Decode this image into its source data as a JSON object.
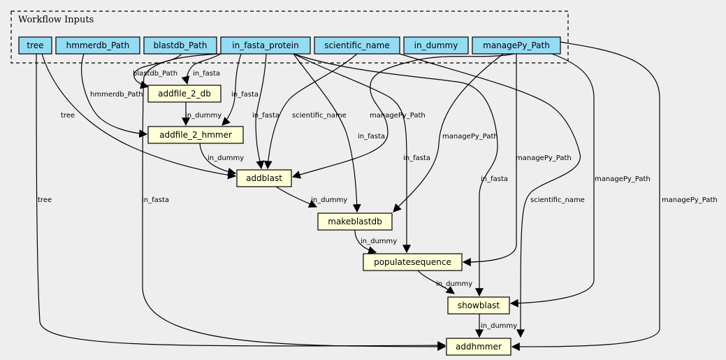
{
  "cluster": {
    "label": "Workflow Inputs"
  },
  "colors": {
    "input_fill": "#94dcf4",
    "step_fill": "#ffffd8",
    "background": "#eeeeee"
  },
  "inputs": [
    {
      "id": "tree",
      "label": "tree"
    },
    {
      "id": "hmmerdb",
      "label": "hmmerdb_Path"
    },
    {
      "id": "blastdb",
      "label": "blastdb_Path"
    },
    {
      "id": "infasta",
      "label": "in_fasta_protein"
    },
    {
      "id": "sci",
      "label": "scientific_name"
    },
    {
      "id": "indummy",
      "label": "in_dummy"
    },
    {
      "id": "managepy",
      "label": "managePy_Path"
    }
  ],
  "steps": [
    {
      "id": "addfile_2_db",
      "label": "addfile_2_db"
    },
    {
      "id": "addfile_2_hmmer",
      "label": "addfile_2_hmmer"
    },
    {
      "id": "addblast",
      "label": "addblast"
    },
    {
      "id": "makeblastdb",
      "label": "makeblastdb"
    },
    {
      "id": "populatesequence",
      "label": "populatesequence"
    },
    {
      "id": "showblast",
      "label": "showblast"
    },
    {
      "id": "addhmmer",
      "label": "addhmmer"
    }
  ],
  "edges": [
    {
      "from": "blastdb",
      "to": "addfile_2_db",
      "label": "blastdb_Path"
    },
    {
      "from": "infasta",
      "to": "addfile_2_db",
      "label": "in_fasta"
    },
    {
      "from": "hmmerdb",
      "to": "addfile_2_hmmer",
      "label": "hmmerdb_Path"
    },
    {
      "from": "addfile_2_db",
      "to": "addfile_2_hmmer",
      "label": "in_dummy"
    },
    {
      "from": "infasta",
      "to": "addfile_2_hmmer",
      "label": "in_fasta"
    },
    {
      "from": "tree",
      "to": "addblast",
      "label": "tree"
    },
    {
      "from": "addfile_2_hmmer",
      "to": "addblast",
      "label": "in_dummy"
    },
    {
      "from": "infasta",
      "to": "addblast",
      "label": "in_fasta"
    },
    {
      "from": "sci",
      "to": "addblast",
      "label": "scientific_name"
    },
    {
      "from": "managepy",
      "to": "addblast",
      "label": "managePy_Path"
    },
    {
      "from": "addblast",
      "to": "makeblastdb",
      "label": "in_dummy"
    },
    {
      "from": "infasta",
      "to": "makeblastdb",
      "label": "in_fasta"
    },
    {
      "from": "managepy",
      "to": "makeblastdb",
      "label": "managePy_Path"
    },
    {
      "from": "makeblastdb",
      "to": "populatesequence",
      "label": "in_dummy"
    },
    {
      "from": "infasta",
      "to": "populatesequence",
      "label": "in_fasta"
    },
    {
      "from": "managepy",
      "to": "populatesequence",
      "label": "managePy_Path"
    },
    {
      "from": "populatesequence",
      "to": "showblast",
      "label": "in_dummy"
    },
    {
      "from": "infasta",
      "to": "showblast",
      "label": "in_fasta"
    },
    {
      "from": "managepy",
      "to": "showblast",
      "label": "managePy_Path"
    },
    {
      "from": "tree",
      "to": "addhmmer",
      "label": "tree"
    },
    {
      "from": "infasta",
      "to": "addhmmer",
      "label": "in_fasta"
    },
    {
      "from": "showblast",
      "to": "addhmmer",
      "label": "in_dummy"
    },
    {
      "from": "sci",
      "to": "addhmmer",
      "label": "scientific_name"
    },
    {
      "from": "managepy",
      "to": "addhmmer",
      "label": "managePy_Path"
    }
  ]
}
